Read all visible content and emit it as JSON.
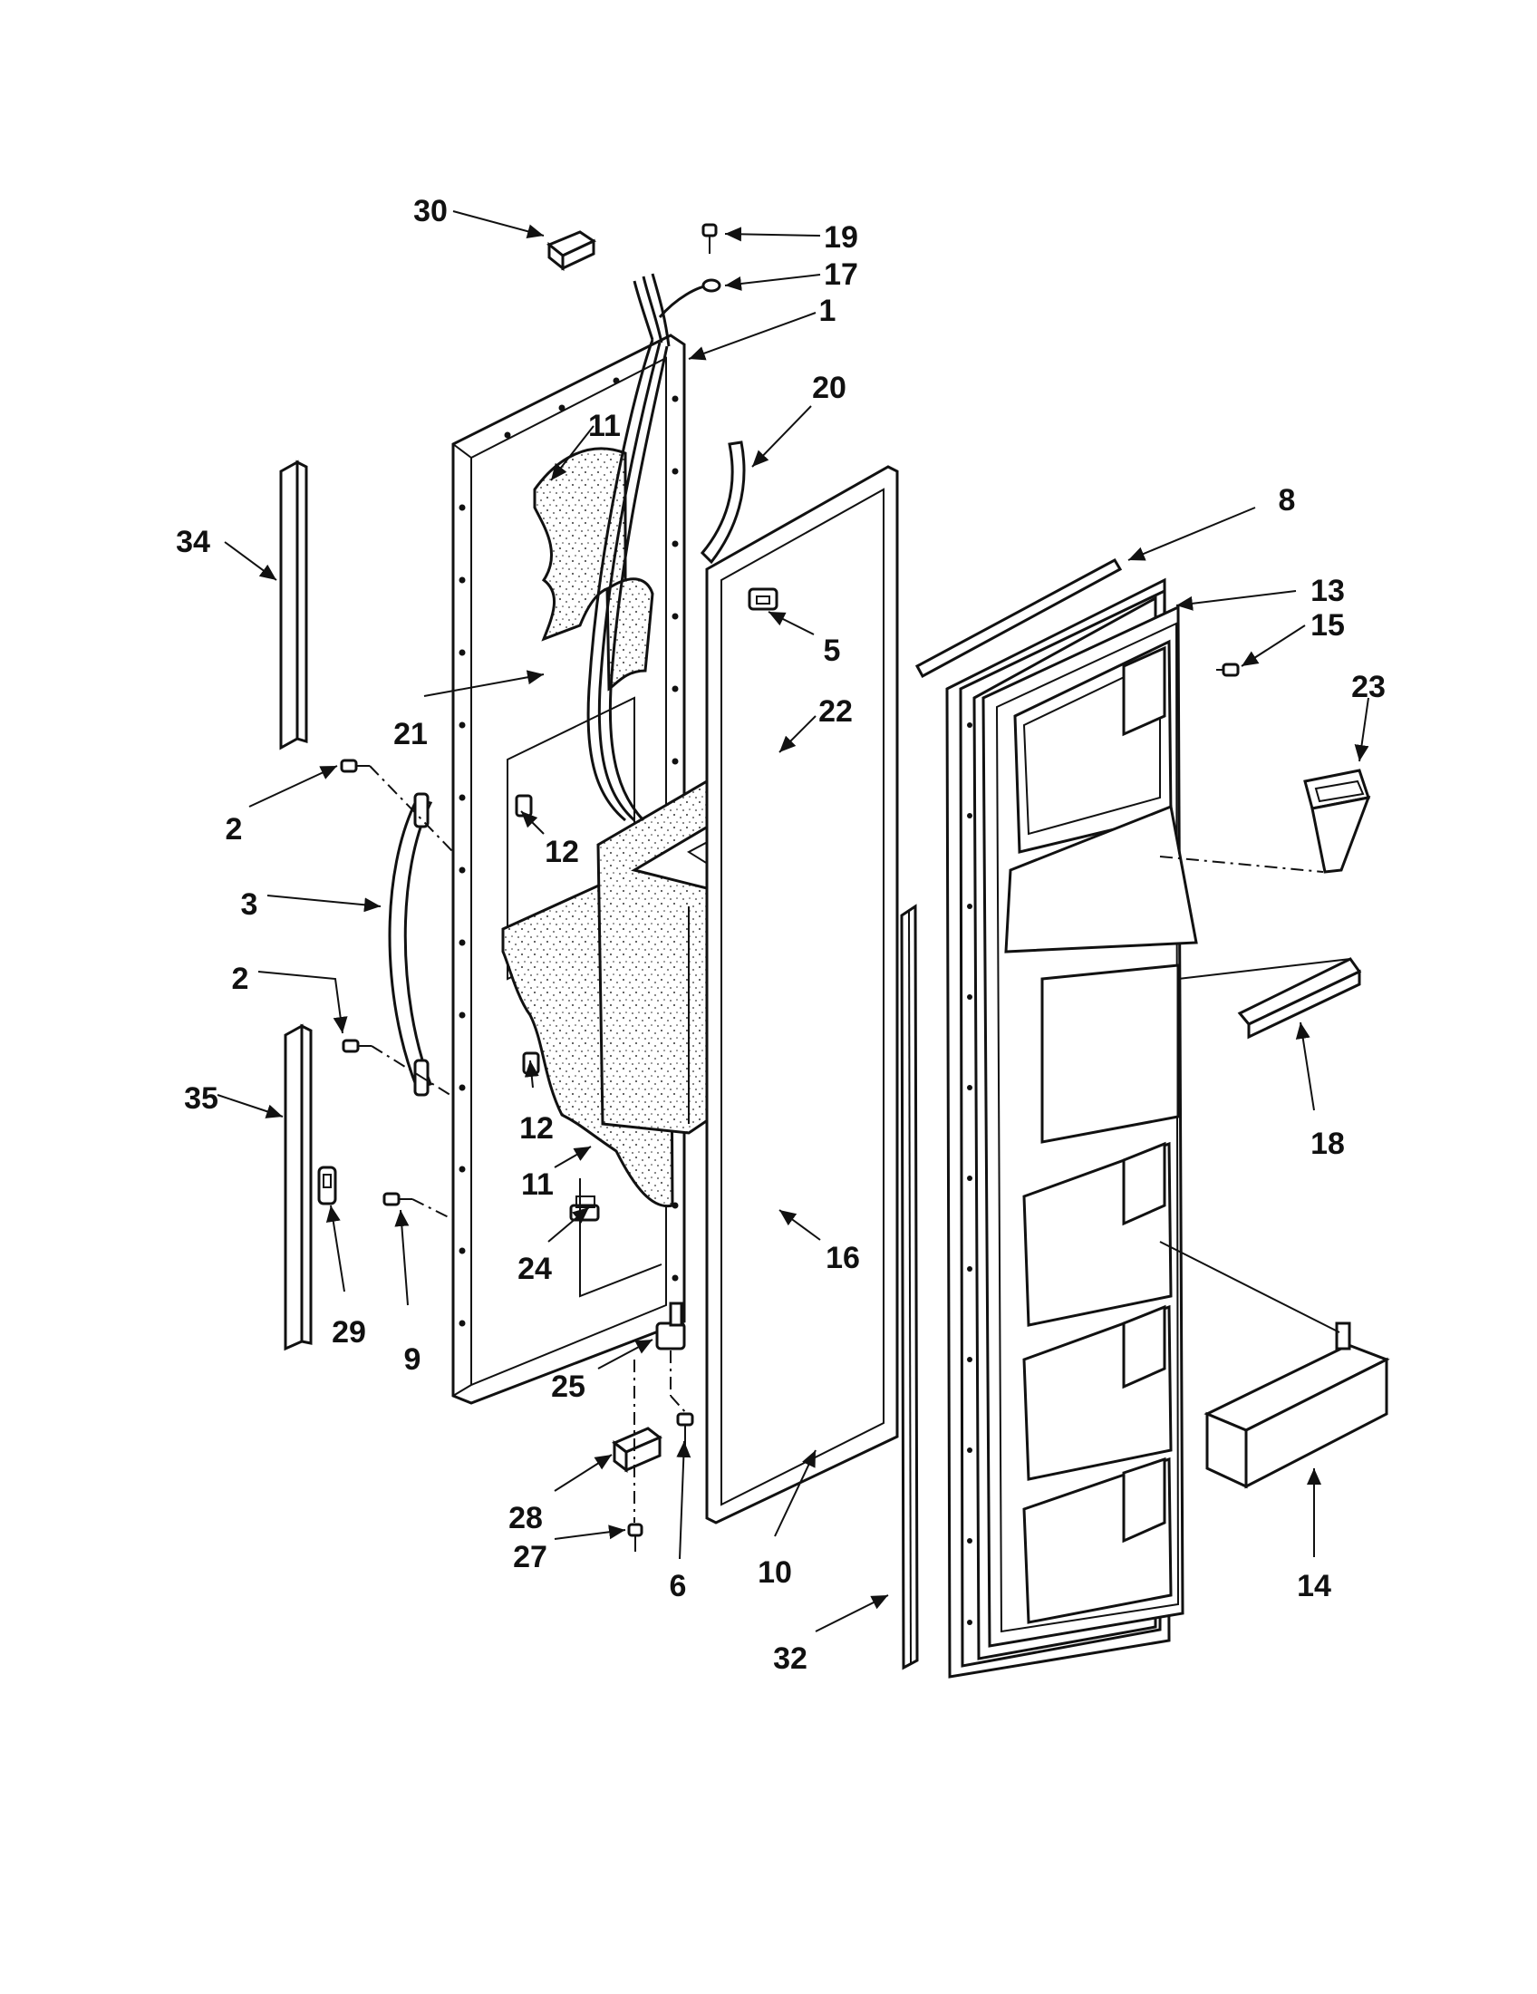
{
  "diagram": {
    "callouts": [
      {
        "id": "c30",
        "label": "30"
      },
      {
        "id": "c19",
        "label": "19"
      },
      {
        "id": "c17",
        "label": "17"
      },
      {
        "id": "c1",
        "label": "1"
      },
      {
        "id": "c20",
        "label": "20"
      },
      {
        "id": "c11a",
        "label": "11"
      },
      {
        "id": "c8",
        "label": "8"
      },
      {
        "id": "c13",
        "label": "13"
      },
      {
        "id": "c15",
        "label": "15"
      },
      {
        "id": "c23",
        "label": "23"
      },
      {
        "id": "c34",
        "label": "34"
      },
      {
        "id": "c5",
        "label": "5"
      },
      {
        "id": "c21",
        "label": "21"
      },
      {
        "id": "c22",
        "label": "22"
      },
      {
        "id": "c2a",
        "label": "2"
      },
      {
        "id": "c12a",
        "label": "12"
      },
      {
        "id": "c3",
        "label": "3"
      },
      {
        "id": "c2b",
        "label": "2"
      },
      {
        "id": "c18",
        "label": "18"
      },
      {
        "id": "c35",
        "label": "35"
      },
      {
        "id": "c12b",
        "label": "12"
      },
      {
        "id": "c11b",
        "label": "11"
      },
      {
        "id": "c16",
        "label": "16"
      },
      {
        "id": "c24",
        "label": "24"
      },
      {
        "id": "c29",
        "label": "29"
      },
      {
        "id": "c9",
        "label": "9"
      },
      {
        "id": "c25",
        "label": "25"
      },
      {
        "id": "c28",
        "label": "28"
      },
      {
        "id": "c27",
        "label": "27"
      },
      {
        "id": "c6",
        "label": "6"
      },
      {
        "id": "c10",
        "label": "10"
      },
      {
        "id": "c14",
        "label": "14"
      },
      {
        "id": "c32",
        "label": "32"
      }
    ]
  }
}
